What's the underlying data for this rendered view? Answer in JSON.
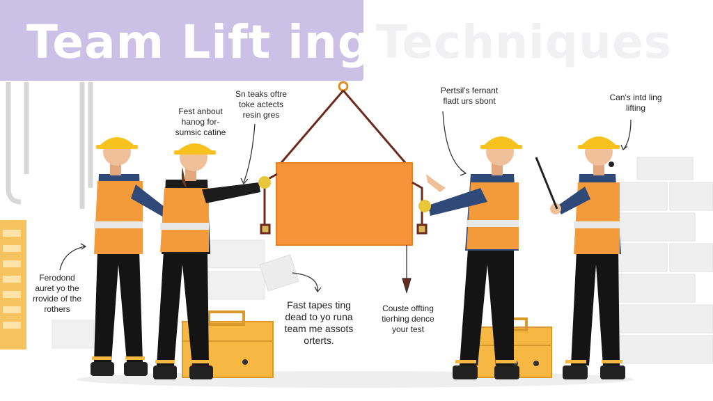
{
  "title": {
    "main": "Team Lift ing",
    "faded": "Techniques"
  },
  "annotations": [
    {
      "id": "note-left-top",
      "text": "Fest anbout\nhanog for-\nsumsic catine"
    },
    {
      "id": "note-center-top",
      "text": "Sn teaks oftre\ntoke actects\nresin gres"
    },
    {
      "id": "note-right-top",
      "text": "Pertsil's fernant\nfladt urs sbont"
    },
    {
      "id": "note-far-right",
      "text": "Can's intd ling\nlifting"
    },
    {
      "id": "note-left-bottom",
      "text": "Ferodond\nauret yo the\nrrovide of the\nrothers"
    },
    {
      "id": "note-center-bottom",
      "text": "Fast tapes ting\ndead to yo runa\nteam me assots\norterts."
    },
    {
      "id": "note-right-bottom",
      "text": "Couste offting\ntierhing dence\nyour test"
    }
  ],
  "colors": {
    "title_band": "#cbc0e6",
    "panel": "#f7933a",
    "vest": "#f39a3a",
    "helmet": "#f7c21d",
    "crate": "#f6b843",
    "shirt": "#2f4a78",
    "trousers": "#141414"
  }
}
